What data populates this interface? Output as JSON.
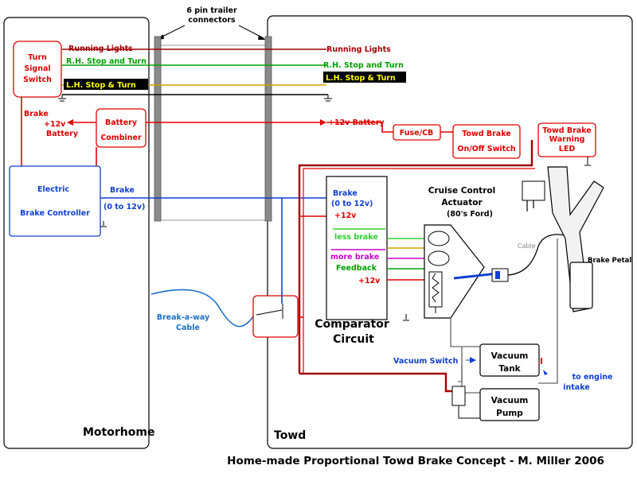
{
  "title": "Home-made Proportional Towd Brake Concept - M. Miller 2006",
  "colors": {
    "red": "#e00000",
    "green": "#00a000",
    "blue": "#1040d0",
    "magenta": "#d000d0",
    "lime": "#30d030",
    "gold": "#d0a000",
    "gray": "#808080",
    "dark_red": "#a00000",
    "black": "#000000",
    "yellow_text": "#ffff00",
    "cable_blue": "#1a70c8"
  },
  "connectors": {
    "label_line1": "6 pin trailer",
    "label_line2": "connectors"
  },
  "motorhome": {
    "name": "Motorhome",
    "turn_signal_switch": [
      "Turn",
      "Signal",
      "Switch"
    ],
    "brake_label": "Brake",
    "battery_12v": [
      "+12v",
      "Battery"
    ],
    "battery_combiner": [
      "Battery",
      "Combiner"
    ],
    "brake_controller": [
      "Electric",
      "Brake Controller"
    ],
    "brake_out": [
      "Brake",
      "(0 to 12v)"
    ]
  },
  "wires": {
    "running_lights": "Running Lights",
    "rh_stop_turn": "R.H. Stop and Turn",
    "lh_stop_turn": "L.H. Stop & Turn",
    "battery_12v": "+12v  Battery"
  },
  "breakaway": [
    "Break-a-way",
    "Cable"
  ],
  "towd": {
    "name": "Towd",
    "fuse": "Fuse/CB",
    "on_off_switch": [
      "Towd Brake",
      "On/Off Switch"
    ],
    "warning_led": [
      "Towd Brake",
      "Warning",
      "LED"
    ],
    "comparator": {
      "title": [
        "Comparator",
        "Circuit"
      ],
      "brake_in": [
        "Brake",
        "(0 to 12v)"
      ],
      "plus12": "+12v",
      "less_brake": "less brake",
      "more_brake": "more brake",
      "feedback": "Feedback",
      "plus12b": "+12v"
    },
    "cruise_control": [
      "Cruise Control",
      "Actuator",
      "(80's Ford)"
    ],
    "cable": "Cable",
    "brake_petal": "Brake Petal",
    "vacuum_switch": "Vacuum Switch",
    "vacuum_tank": [
      "Vacuum",
      "Tank"
    ],
    "vacuum_pump": [
      "Vacuum",
      "Pump"
    ],
    "engine_intake": [
      "to engine",
      "intake"
    ]
  }
}
